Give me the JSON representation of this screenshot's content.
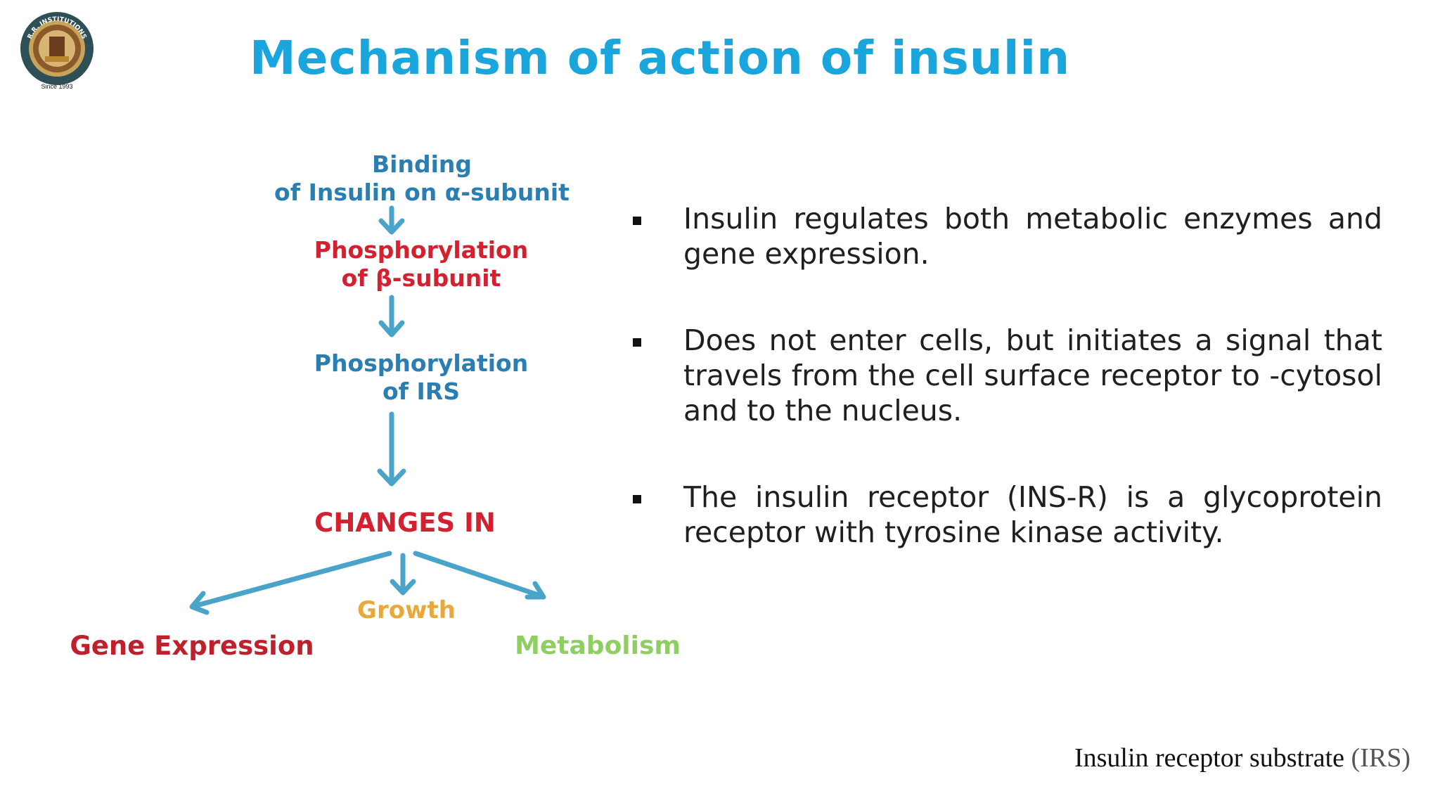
{
  "slide": {
    "title": "Mechanism of action of insulin",
    "logo": {
      "ring_text": "R.R. INSTITUTIONS",
      "since": "Since 1993"
    }
  },
  "flowchart": {
    "binding": [
      "Binding",
      "of Insulin on α-subunit"
    ],
    "beta": [
      "Phosphorylation",
      "of β-subunit"
    ],
    "irs": [
      "Phosphorylation",
      "of IRS"
    ],
    "changes": "CHANGES IN",
    "outcomes": {
      "gene": "Gene Expression",
      "growth": "Growth",
      "metabolism": "Metabolism"
    },
    "colors": {
      "blue": "#2a7eb2",
      "red": "#d4202f",
      "yellow": "#e8a93a",
      "green": "#8fcf62",
      "arrow": "#4aa3c8"
    }
  },
  "bullets": [
    "Insulin regulates both metabolic enzymes and gene expression.",
    "Does not enter cells, but initiates a signal that travels from the cell surface receptor to -cytosol and to the nucleus.",
    "The insulin receptor (INS-R) is a glycoprotein receptor with tyrosine kinase activity."
  ],
  "footnote": {
    "text": "Insulin receptor substrate ",
    "abbr": "(IRS)"
  }
}
